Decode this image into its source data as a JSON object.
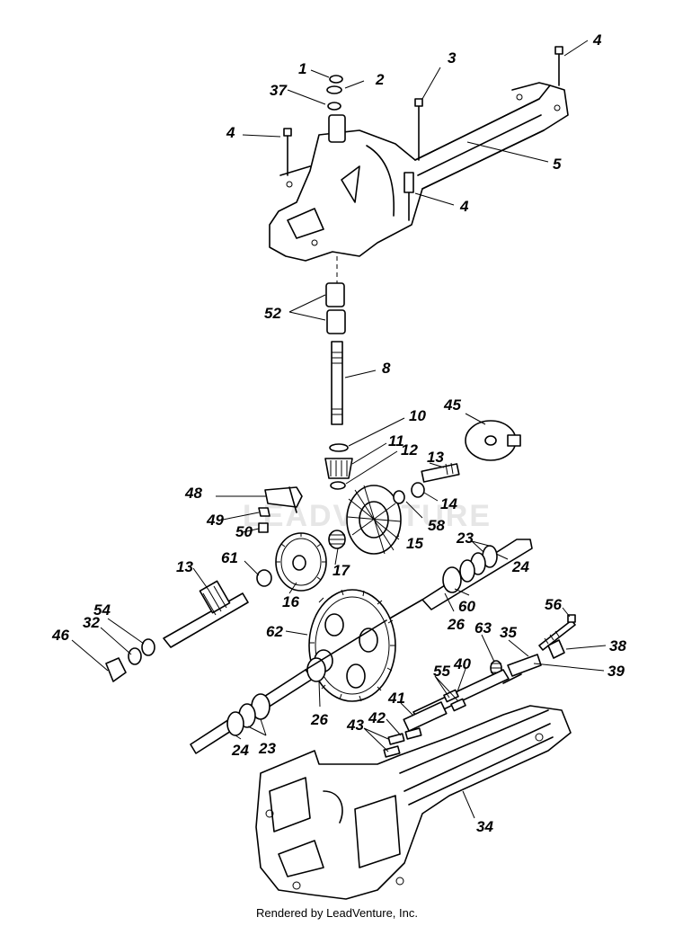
{
  "labels": {
    "l1": "1",
    "l2": "2",
    "l37": "37",
    "l3": "3",
    "l4a": "4",
    "l4b": "4",
    "l4c": "4",
    "l5": "5",
    "l52": "52",
    "l8": "8",
    "l10": "10",
    "l45": "45",
    "l11": "11",
    "l12": "12",
    "l13a": "13",
    "l14": "14",
    "l48": "48",
    "l49": "49",
    "l50": "50",
    "l58": "58",
    "l15": "15",
    "l23a": "23",
    "l24a": "24",
    "l61": "61",
    "l17": "17",
    "l13b": "13",
    "l16": "16",
    "l60": "60",
    "l56": "56",
    "l54": "54",
    "l32": "32",
    "l46": "46",
    "l62": "62",
    "l26a": "26",
    "l63": "63",
    "l35": "35",
    "l38": "38",
    "l39": "39",
    "l40": "40",
    "l55": "55",
    "l26b": "26",
    "l41": "41",
    "l42": "42",
    "l43": "43",
    "l24b": "24",
    "l23b": "23",
    "l34": "34"
  },
  "watermark": "LEADVENTURE",
  "footer": "Rendered by LeadVenture, Inc."
}
